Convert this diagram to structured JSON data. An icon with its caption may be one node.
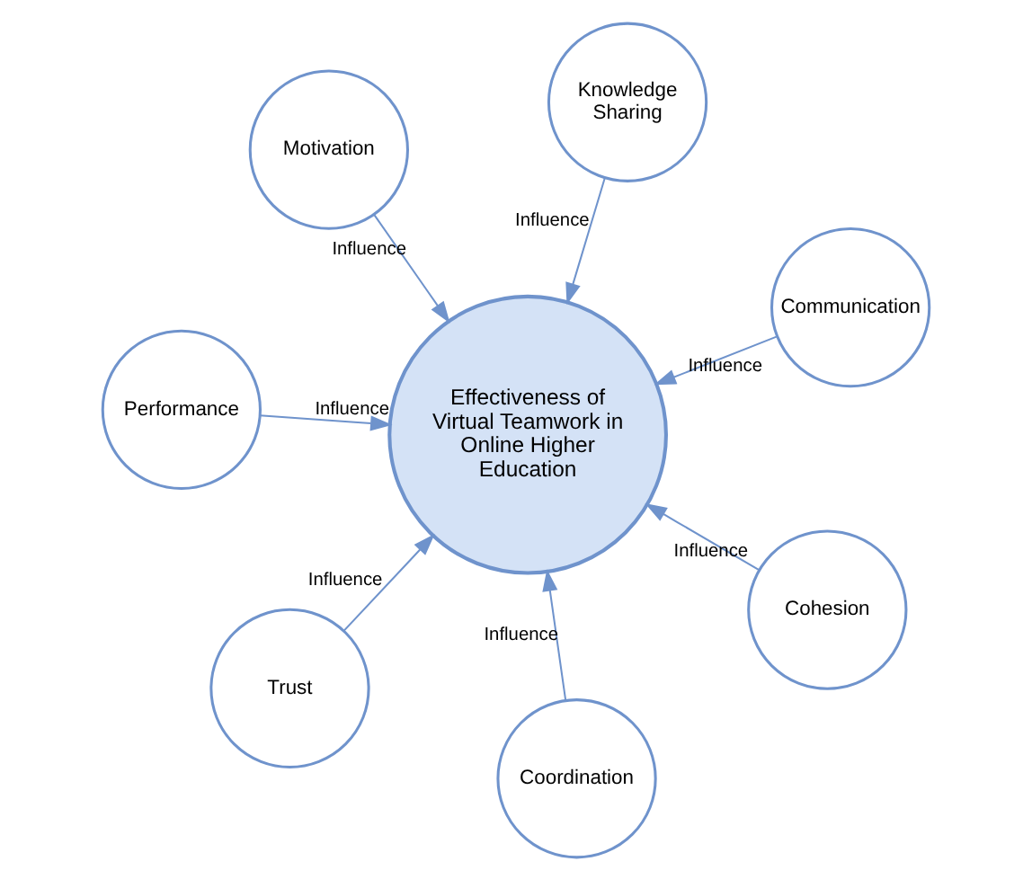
{
  "diagram": {
    "nodes": [
      {
        "text": [
          "Motivation"
        ]
      },
      {
        "text": [
          "Communication"
        ]
      },
      {
        "text": [
          "Coordination"
        ]
      },
      {
        "text": [
          "Effectiveness of Virtual Teamwork in Online Higher Education"
        ]
      },
      {
        "text": [
          "Knowledge Sharing"
        ]
      },
      {
        "text": [
          "Performance"
        ]
      },
      {
        "text": [
          "Trust"
        ]
      },
      {
        "text": [
          "Cohesion"
        ]
      }
    ],
    "edges": [
      {
        "from": 0,
        "to": 3,
        "arrow": "to",
        "label": "Influence"
      },
      {
        "from": 1,
        "to": 3,
        "arrow": "to",
        "label": "Influence"
      },
      {
        "from": 2,
        "to": 3,
        "arrow": "to",
        "label": "Influence"
      },
      {
        "from": 4,
        "to": 3,
        "arrow": "to",
        "label": "Influence"
      },
      {
        "from": 5,
        "to": 3,
        "arrow": "to",
        "label": "Influence"
      },
      {
        "from": 6,
        "to": 3,
        "arrow": "to",
        "label": "Influence"
      },
      {
        "from": 7,
        "to": 3,
        "arrow": "to",
        "label": "Influence"
      }
    ]
  }
}
